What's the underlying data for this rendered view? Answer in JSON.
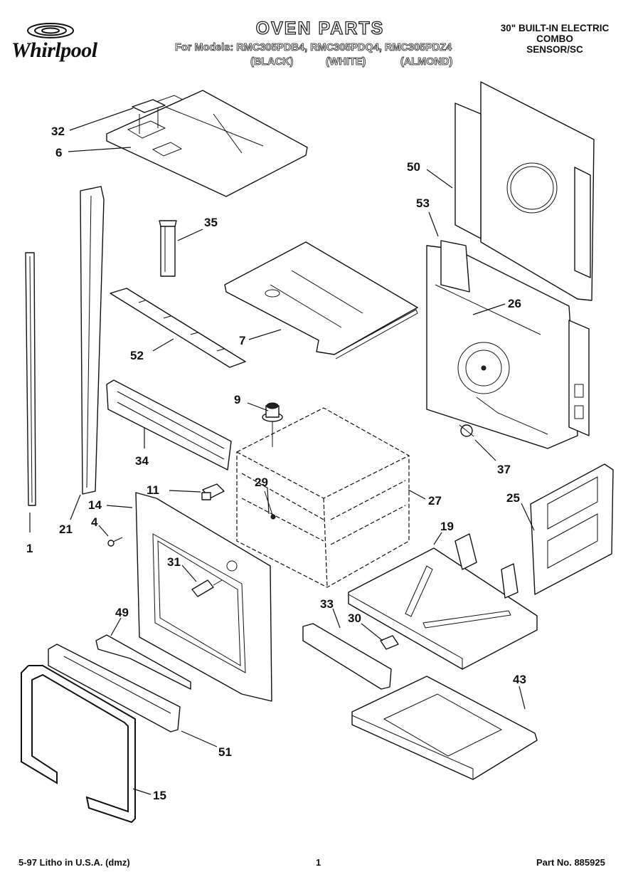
{
  "header": {
    "brand": "Whirlpool",
    "title": "OVEN PARTS",
    "models_line": "For Models: RMC305PDB4, RMC305PDQ4, RMC305PDZ4",
    "variants": [
      "(BLACK)",
      "(WHITE)",
      "(ALMOND)"
    ],
    "product_lines": [
      "30\" BUILT-IN ELECTRIC",
      "COMBO",
      "SENSOR/SC"
    ]
  },
  "callouts": {
    "p32": "32",
    "p6": "6",
    "p35": "35",
    "p52": "52",
    "p7": "7",
    "p50": "50",
    "p53": "53",
    "p26": "26",
    "p9": "9",
    "p34": "34",
    "p37": "37",
    "p11": "11",
    "p29": "29",
    "p27": "27",
    "p25": "25",
    "p14": "14",
    "p21": "21",
    "p4": "4",
    "p1": "1",
    "p19": "19",
    "p31": "31",
    "p33": "33",
    "p30": "30",
    "p49": "49",
    "p43": "43",
    "p51": "51",
    "p15": "15"
  },
  "footer": {
    "left": "5-97 Litho in U.S.A. (dmz)",
    "page": "1",
    "part_no": "Part No. 885925"
  }
}
